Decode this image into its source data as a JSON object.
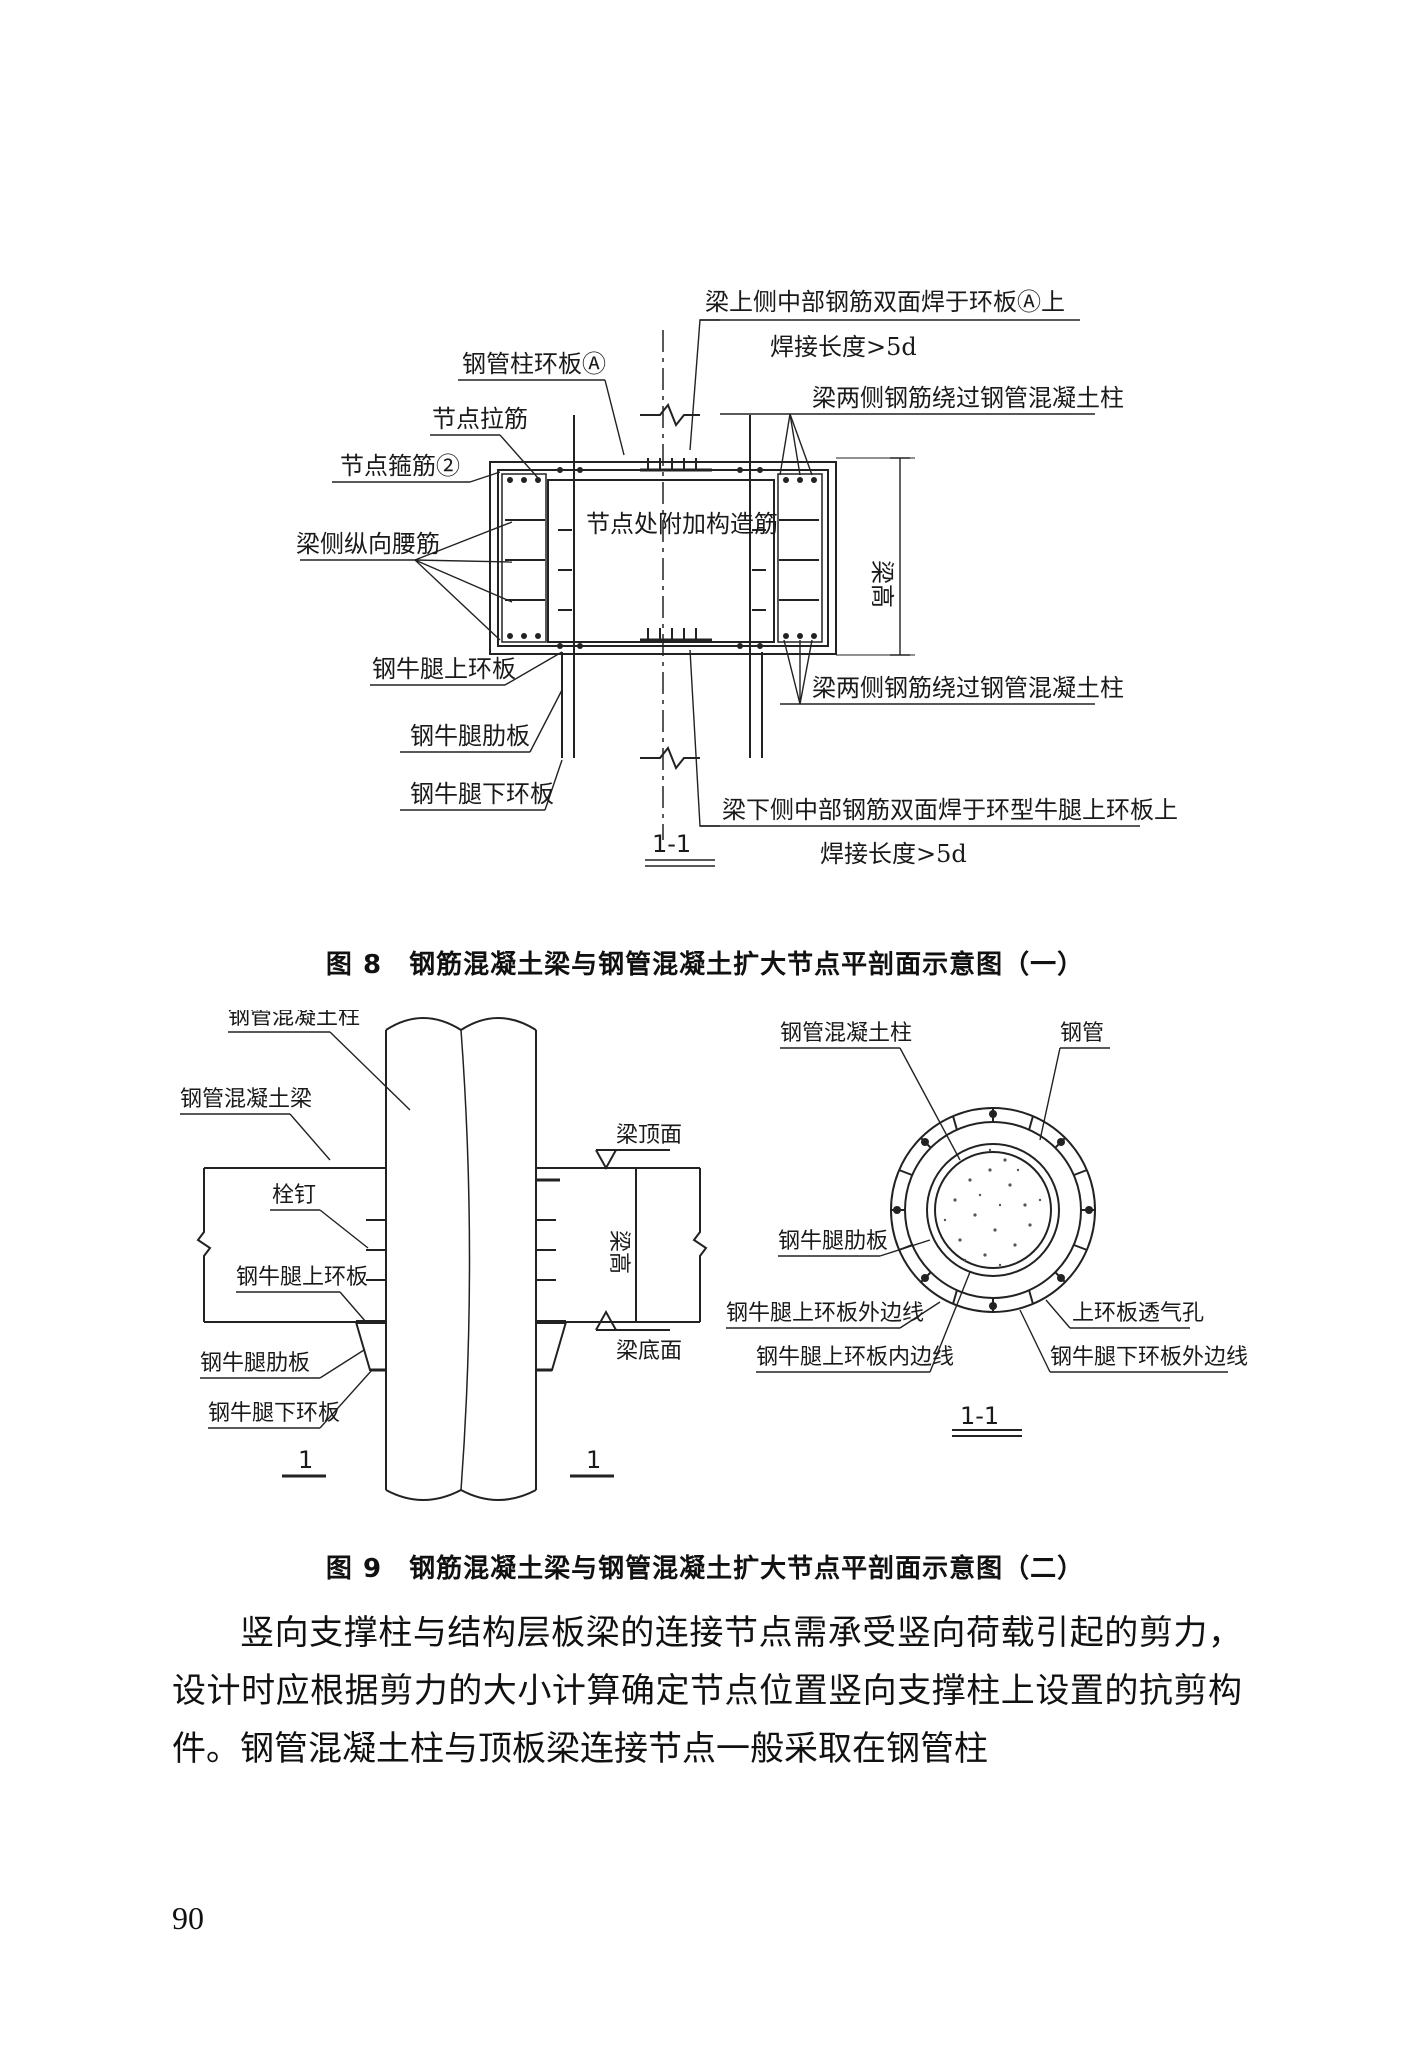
{
  "figure8": {
    "caption": "图 8　钢筋混凝土梁与钢管混凝土扩大节点平剖面示意图（一）",
    "labels": {
      "top_note_line1": "梁上侧中部钢筋双面焊于环板Ⓐ上",
      "top_note_line2": "焊接长度>5d",
      "ring_plate": "钢管柱环板Ⓐ",
      "tie_bar": "节点拉筋",
      "stirrup": "节点箍筋②",
      "waist_bars": "梁侧纵向腰筋",
      "bracket_upper_ring": "钢牛腿上环板",
      "bracket_rib": "钢牛腿肋板",
      "bracket_lower_ring": "钢牛腿下环板",
      "center_note": "节点处附加构造筋",
      "side_bars_top": "梁两侧钢筋绕过钢管混凝土柱",
      "side_bars_bottom": "梁两侧钢筋绕过钢管混凝土柱",
      "beam_height": "梁高",
      "bottom_note_line1": "梁下侧中部钢筋双面焊于环型牛腿上环板上",
      "bottom_note_line2": "焊接长度>5d",
      "section_mark": "1-1"
    }
  },
  "figure9": {
    "caption": "图 9　钢筋混凝土梁与钢管混凝土扩大节点平剖面示意图（二）",
    "left_labels": {
      "column": "钢管混凝土柱",
      "beam": "钢管混凝土梁",
      "stud": "栓钉",
      "bracket_upper_ring": "钢牛腿上环板",
      "bracket_rib": "钢牛腿肋板",
      "bracket_lower_ring": "钢牛腿下环板",
      "beam_top": "梁顶面",
      "beam_bottom": "梁底面",
      "beam_height": "梁高",
      "cut_left": "1",
      "cut_right": "1"
    },
    "right_labels": {
      "column": "钢管混凝土柱",
      "steel_tube": "钢管",
      "bracket_rib": "钢牛腿肋板",
      "upper_ring_outer": "钢牛腿上环板外边线",
      "upper_ring_inner": "钢牛腿上环板内边线",
      "vent_hole": "上环板透气孔",
      "lower_ring_outer": "钢牛腿下环板外边线",
      "section_mark": "1-1"
    }
  },
  "body_text": "竖向支撑柱与结构层板梁的连接节点需承受竖向荷载引起的剪力，设计时应根据剪力的大小计算确定节点位置竖向支撑柱上设置的抗剪构件。钢管混凝土柱与顶板梁连接节点一般采取在钢管柱",
  "page_number": "90"
}
